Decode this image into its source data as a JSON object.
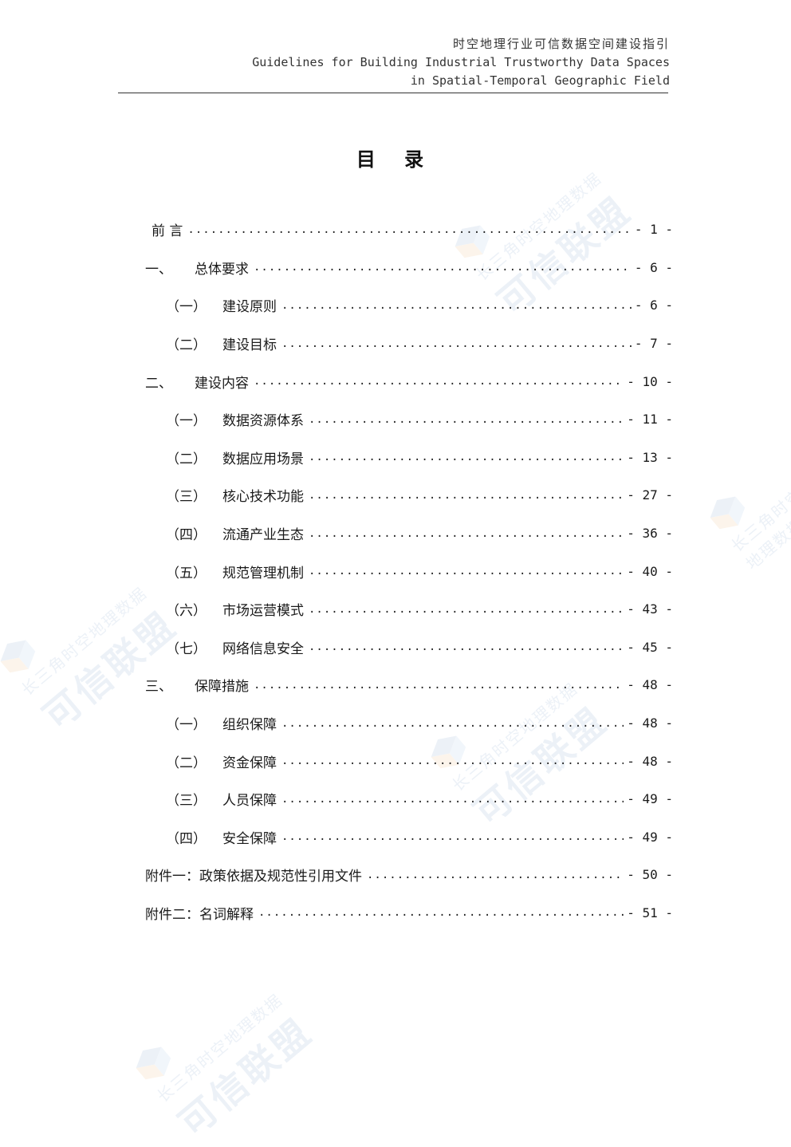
{
  "header": {
    "line1": "时空地理行业可信数据空间建设指引",
    "line2": "Guidelines for Building Industrial Trustworthy Data Spaces",
    "line3": "in Spatial-Temporal Geographic Field"
  },
  "title": "目 录",
  "toc": [
    {
      "num": "",
      "label": "前 言",
      "page": "- 1 -",
      "level": 0
    },
    {
      "num": "一、",
      "label": "总体要求",
      "page": "- 6 -",
      "level": 0
    },
    {
      "num": "（一）",
      "label": "建设原则",
      "page": "- 6 -",
      "level": 1
    },
    {
      "num": "（二）",
      "label": "建设目标",
      "page": "- 7 -",
      "level": 1
    },
    {
      "num": "二、",
      "label": "建设内容",
      "page": "- 10 -",
      "level": 0
    },
    {
      "num": "（一）",
      "label": "数据资源体系",
      "page": "- 11 -",
      "level": 1
    },
    {
      "num": "（二）",
      "label": "数据应用场景",
      "page": "- 13 -",
      "level": 1
    },
    {
      "num": "（三）",
      "label": "核心技术功能",
      "page": "- 27 -",
      "level": 1
    },
    {
      "num": "（四）",
      "label": "流通产业生态",
      "page": "- 36 -",
      "level": 1
    },
    {
      "num": "（五）",
      "label": "规范管理机制",
      "page": "- 40 -",
      "level": 1
    },
    {
      "num": "（六）",
      "label": "市场运营模式",
      "page": "- 43 -",
      "level": 1
    },
    {
      "num": "（七）",
      "label": "网络信息安全",
      "page": "- 45 -",
      "level": 1
    },
    {
      "num": "三、",
      "label": "保障措施",
      "page": "- 48 -",
      "level": 0
    },
    {
      "num": "（一）",
      "label": "组织保障",
      "page": "- 48 -",
      "level": 1
    },
    {
      "num": "（二）",
      "label": "资金保障",
      "page": "- 48 -",
      "level": 1
    },
    {
      "num": "（三）",
      "label": "人员保障",
      "page": "- 49 -",
      "level": 1
    },
    {
      "num": "（四）",
      "label": "安全保障",
      "page": "- 49 -",
      "level": 1
    },
    {
      "num": "",
      "label": "附件一：政策依据及规范性引用文件",
      "page": "- 50 -",
      "level": 0
    },
    {
      "num": "",
      "label": "附件二：名词解释",
      "page": "- 51 -",
      "level": 0
    }
  ],
  "watermark": {
    "small": "长三角时空地理数据",
    "big": "可信联盟"
  }
}
